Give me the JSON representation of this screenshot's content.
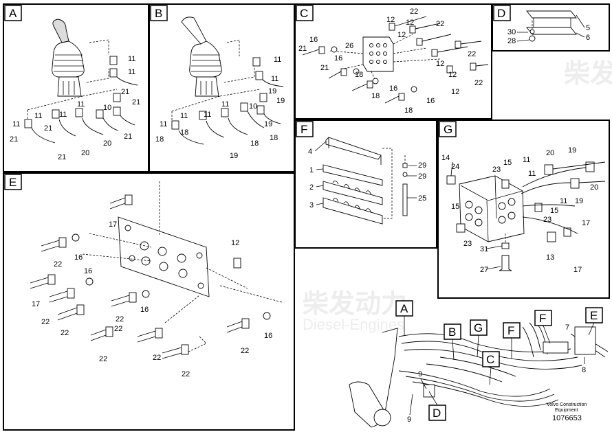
{
  "panels": {
    "A": {
      "tag": "A",
      "labels": [
        "11",
        "11",
        "21",
        "11",
        "11",
        "10",
        "21",
        "11",
        "11",
        "21",
        "21",
        "20",
        "20",
        "21",
        "21"
      ]
    },
    "B": {
      "tag": "B",
      "labels": [
        "11",
        "11",
        "19",
        "11",
        "11",
        "10",
        "19",
        "11",
        "11",
        "18",
        "18",
        "19",
        "19",
        "18",
        "18"
      ]
    },
    "C": {
      "tag": "C",
      "labels": [
        "22",
        "12",
        "12",
        "22",
        "16",
        "26",
        "21",
        "12",
        "22",
        "16",
        "21",
        "12",
        "12",
        "18",
        "16",
        "22",
        "12",
        "18",
        "16"
      ]
    },
    "D": {
      "tag": "D",
      "labels": [
        "30",
        "28",
        "5",
        "6"
      ]
    },
    "E": {
      "tag": "E",
      "labels": [
        "17",
        "22",
        "16",
        "12",
        "16",
        "17",
        "22",
        "22",
        "22",
        "16",
        "22",
        "22",
        "16",
        "22",
        "22",
        "22"
      ]
    },
    "F": {
      "tag": "F",
      "labels": [
        "4",
        "1",
        "2",
        "3",
        "29",
        "29",
        "25"
      ]
    },
    "G": {
      "tag": "G",
      "labels": [
        "14",
        "24",
        "23",
        "15",
        "11",
        "20",
        "19",
        "20",
        "11",
        "19",
        "15",
        "11",
        "15",
        "23",
        "17",
        "23",
        "13",
        "31",
        "27",
        "17"
      ]
    }
  },
  "overview": {
    "tags": [
      "A",
      "B",
      "G",
      "F",
      "C",
      "F",
      "E",
      "D"
    ],
    "labels": [
      "7",
      "8",
      "9",
      "9"
    ],
    "brand": "Volvo Construction",
    "brand_line2": "Equipment",
    "doc_number": "1076653"
  },
  "watermark": {
    "line1": "柴发动力",
    "line2": "Diesel-Engines"
  }
}
